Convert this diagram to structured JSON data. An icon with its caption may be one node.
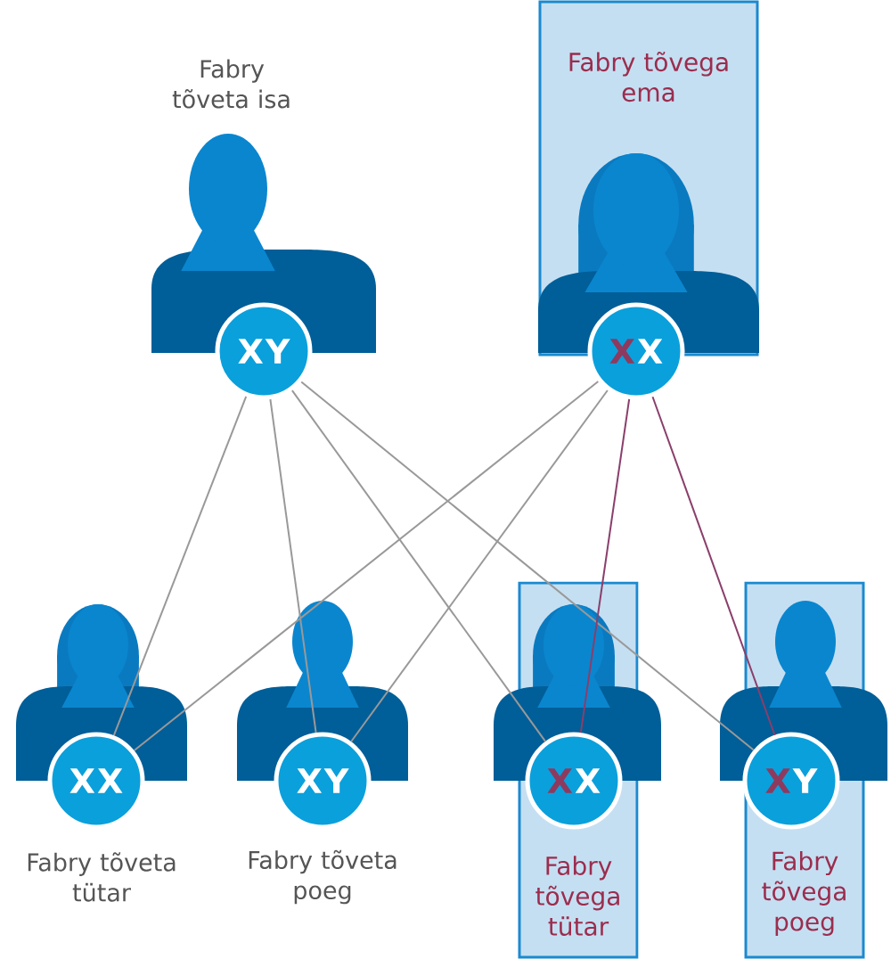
{
  "diagram": {
    "nodes": [
      {
        "text": [
          "X",
          "Y"
        ]
      },
      {
        "text": [
          "Fabry tõvega ema"
        ]
      },
      {
        "text": [
          "X",
          "X"
        ]
      },
      {
        "text": [
          "X",
          "X"
        ],
        "beside": [
          "Fabry tõveta tütar"
        ]
      },
      {
        "text": [
          "X",
          "Y"
        ],
        "beside": [
          "Fabry tõveta poeg"
        ]
      },
      {
        "text": [
          "Fabry tõvega tütar"
        ]
      },
      {
        "text": [
          "X",
          "X"
        ],
        "in": 5
      },
      {
        "text": [
          "Fabry tõvega poeg"
        ]
      },
      {
        "text": [
          "X",
          "Y"
        ],
        "in": 7
      }
    ],
    "edges": [
      {
        "from": 0,
        "to": 3,
        "arrow": "none"
      },
      {
        "from": 0,
        "to": 4,
        "arrow": "none"
      },
      {
        "from": 0,
        "to": 6,
        "arrow": "none"
      },
      {
        "from": 0,
        "to": 8,
        "arrow": "none"
      },
      {
        "from": 2,
        "to": 3,
        "arrow": "none"
      },
      {
        "from": 2,
        "to": 4,
        "arrow": "none"
      },
      {
        "from": 2,
        "to": 6,
        "arrow": "none",
        "color": "#8a3f6b"
      },
      {
        "from": 2,
        "to": 8,
        "arrow": "none",
        "color": "#8a3f6b"
      }
    ],
    "labels": [
      "Fabry tõveta isa"
    ]
  }
}
